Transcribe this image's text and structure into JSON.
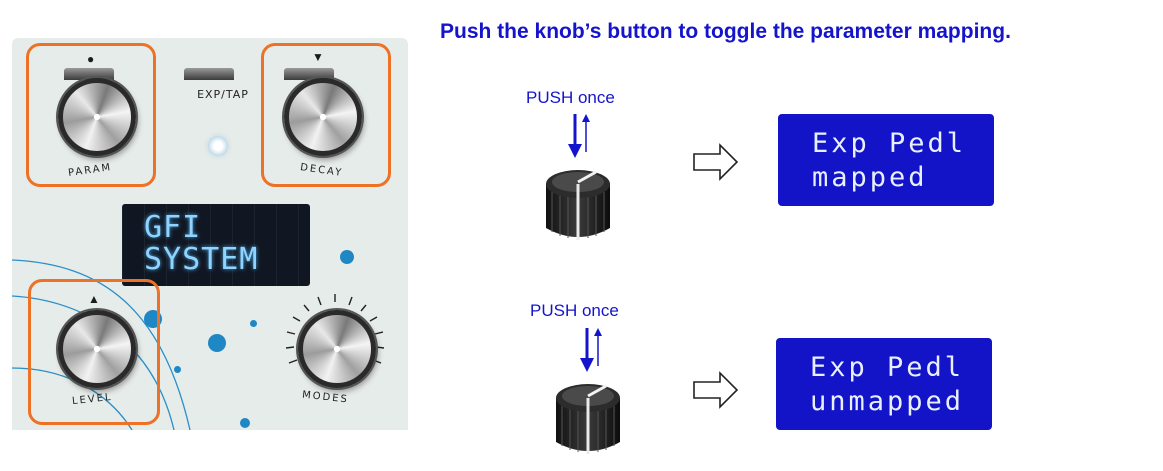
{
  "pedal": {
    "exp_label": "EXP/TAP",
    "knobs": {
      "param": "PARAM",
      "decay": "DECAY",
      "level": "LEVEL",
      "modes": "MODES"
    },
    "display": {
      "line1": "GFI",
      "line2": "SYSTEM"
    }
  },
  "instructions": {
    "title": "Push the knob’s button to toggle the parameter mapping.",
    "steps": [
      {
        "push_label": "PUSH once",
        "lcd_line1": "Exp Pedl",
        "lcd_line2": "mapped"
      },
      {
        "push_label": "PUSH once",
        "lcd_line1": "Exp Pedl",
        "lcd_line2": "unmapped"
      }
    ]
  },
  "colors": {
    "title_blue": "#1414cc",
    "lcd_blue": "#1313c8",
    "highlight_orange": "#ed7226",
    "pedal_body": "#e6ece9",
    "accent_dot": "#1f87c4"
  }
}
